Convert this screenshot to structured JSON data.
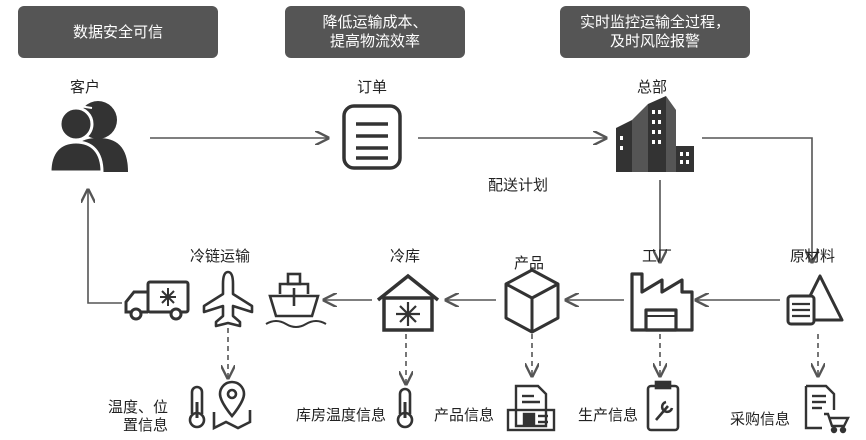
{
  "goals": [
    "数据安全可信",
    "降低运输成本、\n提高物流效率",
    "实时监控运输全过程，\n及时风险报警"
  ],
  "nodes": {
    "customer": "客户",
    "order": "订单",
    "hq": "总部",
    "delivery_plan": "配送计划",
    "cold_chain": "冷链运输",
    "cold_storage": "冷库",
    "product": "产品",
    "factory": "工厂",
    "raw_material": "原材料"
  },
  "info": {
    "temp_location": "温度、位\n置信息",
    "warehouse_temp": "库房温度信息",
    "product_info": "产品信息",
    "production_info": "生产信息",
    "purchase_info": "采购信息"
  },
  "colors": {
    "goal_bg": "#555555",
    "icon": "#333333",
    "arrow": "#555555"
  }
}
